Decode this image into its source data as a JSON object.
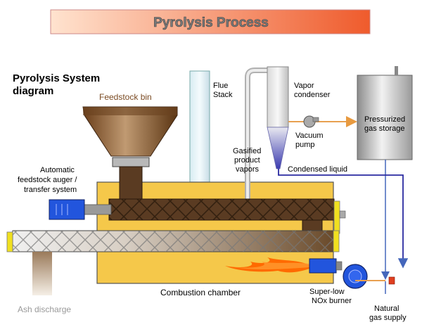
{
  "banner": {
    "title": "Pyrolysis Process"
  },
  "heading": {
    "line1": "Pyrolysis System",
    "line2": "diagram"
  },
  "labels": {
    "feedstock_bin": "Feedstock  bin",
    "flue_stack": [
      "Flue",
      "Stack"
    ],
    "vapor_condenser": [
      "Vapor",
      "condenser"
    ],
    "pressurized_gas_storage": [
      "Pressurized",
      "gas storage"
    ],
    "vacuum_pump": [
      "Vacuum",
      "pump"
    ],
    "gasified_product_vapors": [
      "Gasified",
      "product",
      "vapors"
    ],
    "condensed_liquid": "Condensed liquid",
    "auger_system": [
      "Automatic",
      "feedstock auger /",
      "transfer system"
    ],
    "combustion_chamber": "Combustion chamber",
    "burner": [
      "Super-low",
      "NOx burner"
    ],
    "natural_gas_supply": [
      "Natural",
      "gas supply"
    ],
    "ash_discharge": "Ash discharge"
  },
  "colors": {
    "banner_gradient_left": "#ffe0c8",
    "banner_gradient_right": "#f06030",
    "chamber_fill": "#f5c84a",
    "hopper_brown": "#7a4a22",
    "auger_fill": "#5a3b22",
    "motor_blue": "#2255dd",
    "flame_orange": "#ff6a00",
    "pipe_orange": "#e8a050",
    "condensed_line": "#2a2aa0",
    "gas_line": "#5577cc",
    "stack_fill": "#e8f4f8",
    "clamp_yellow": "#f0e020"
  }
}
